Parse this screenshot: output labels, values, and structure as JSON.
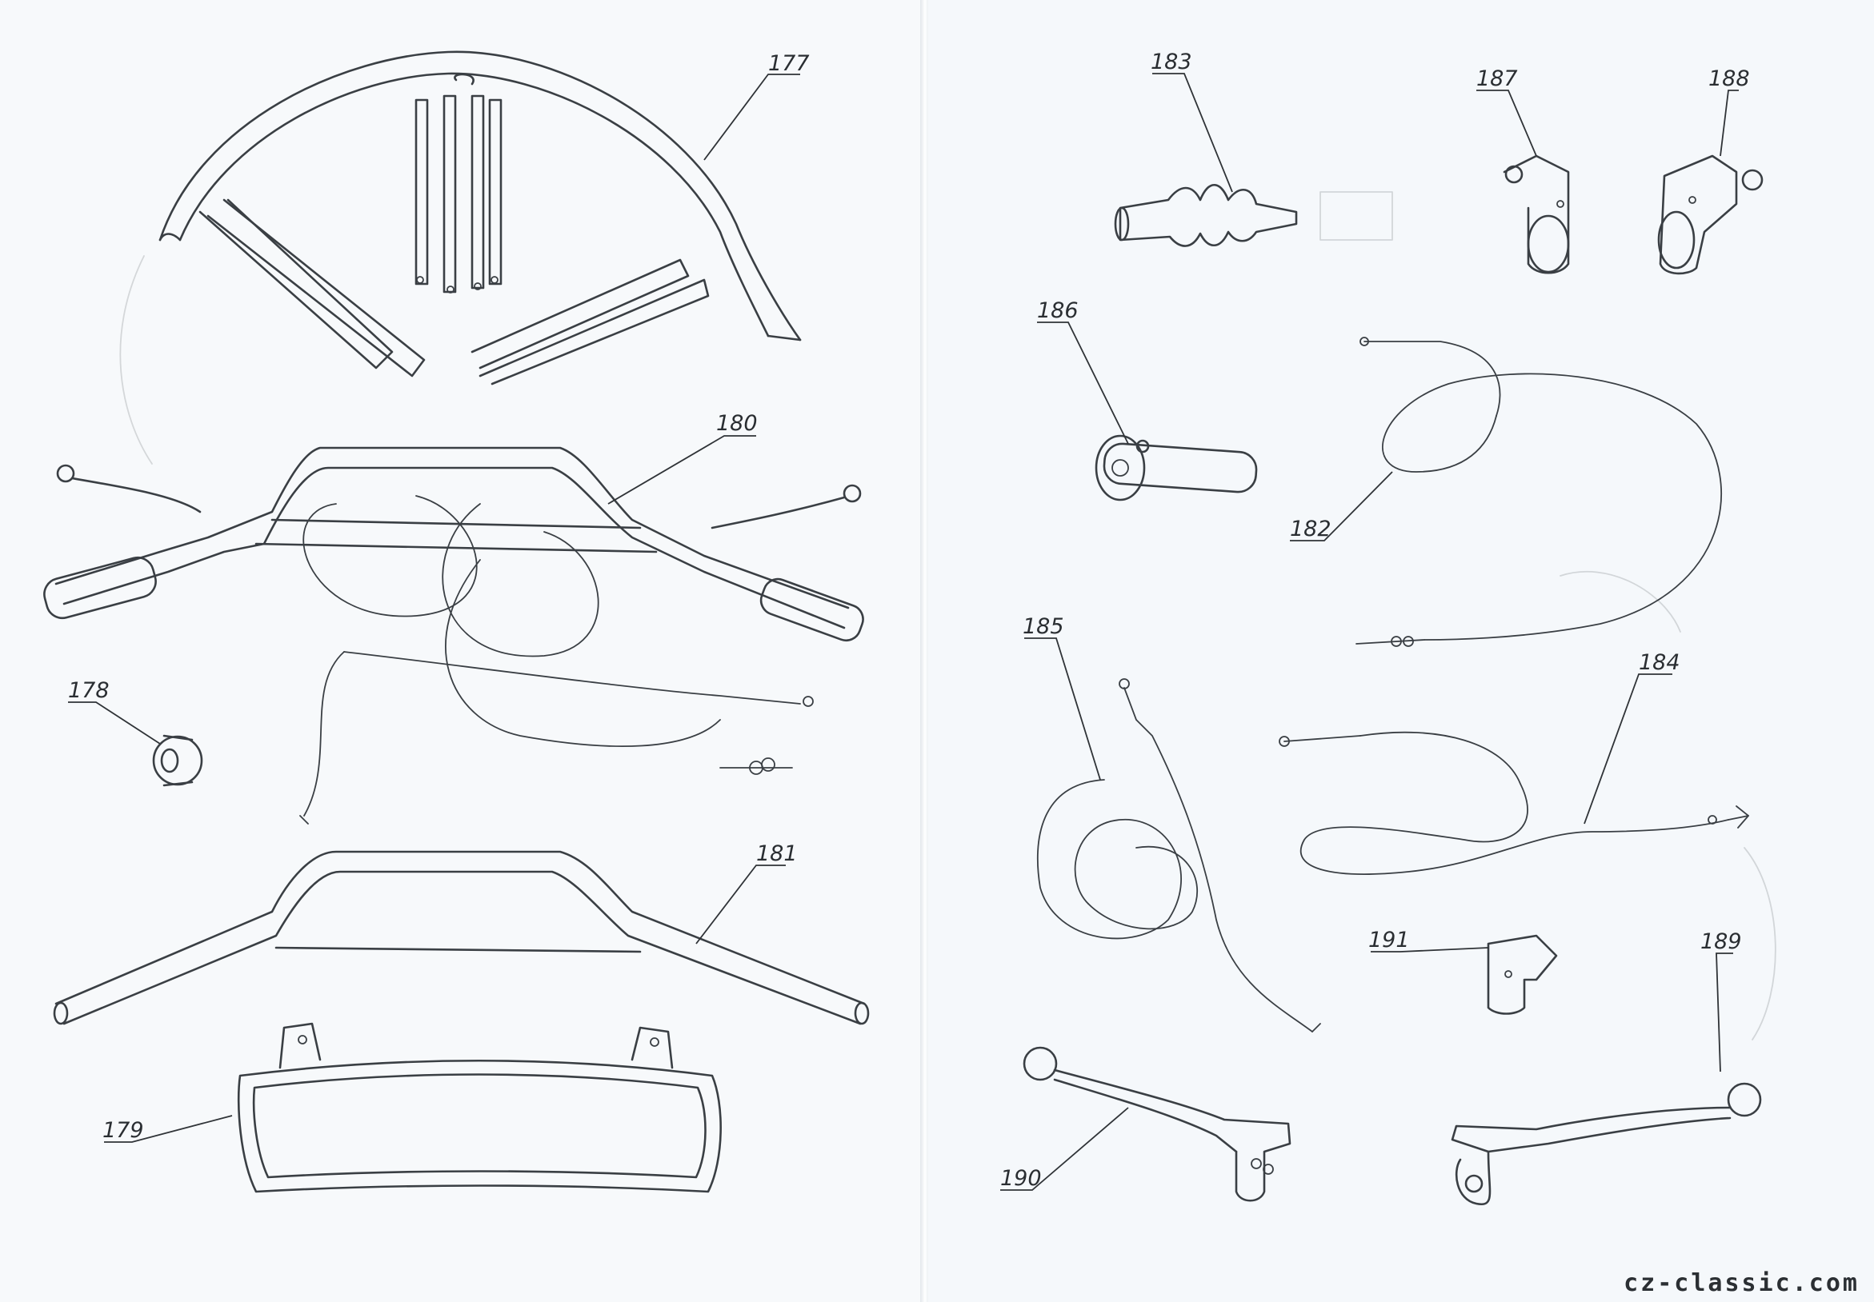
{
  "parts": [
    {
      "id": "front-fender",
      "number": "177"
    },
    {
      "id": "rubber-washer",
      "number": "178"
    },
    {
      "id": "headlight-bracket",
      "number": "179"
    },
    {
      "id": "handlebar-assembly",
      "number": "180"
    },
    {
      "id": "handlebar",
      "number": "181"
    },
    {
      "id": "throttle-cable",
      "number": "182"
    },
    {
      "id": "grip",
      "number": "183"
    },
    {
      "id": "clutch-cable",
      "number": "184"
    },
    {
      "id": "brake-cable",
      "number": "185"
    },
    {
      "id": "throttle-grip",
      "number": "186"
    },
    {
      "id": "lever-bracket-left",
      "number": "187"
    },
    {
      "id": "lever-bracket-right",
      "number": "188"
    },
    {
      "id": "lever-right",
      "number": "189"
    },
    {
      "id": "lever-left",
      "number": "190"
    },
    {
      "id": "cable-clip",
      "number": "191"
    }
  ],
  "watermark": "cz-classic.com",
  "colors": {
    "ink": "#3a3f44",
    "paper": "#f7f9fb"
  }
}
